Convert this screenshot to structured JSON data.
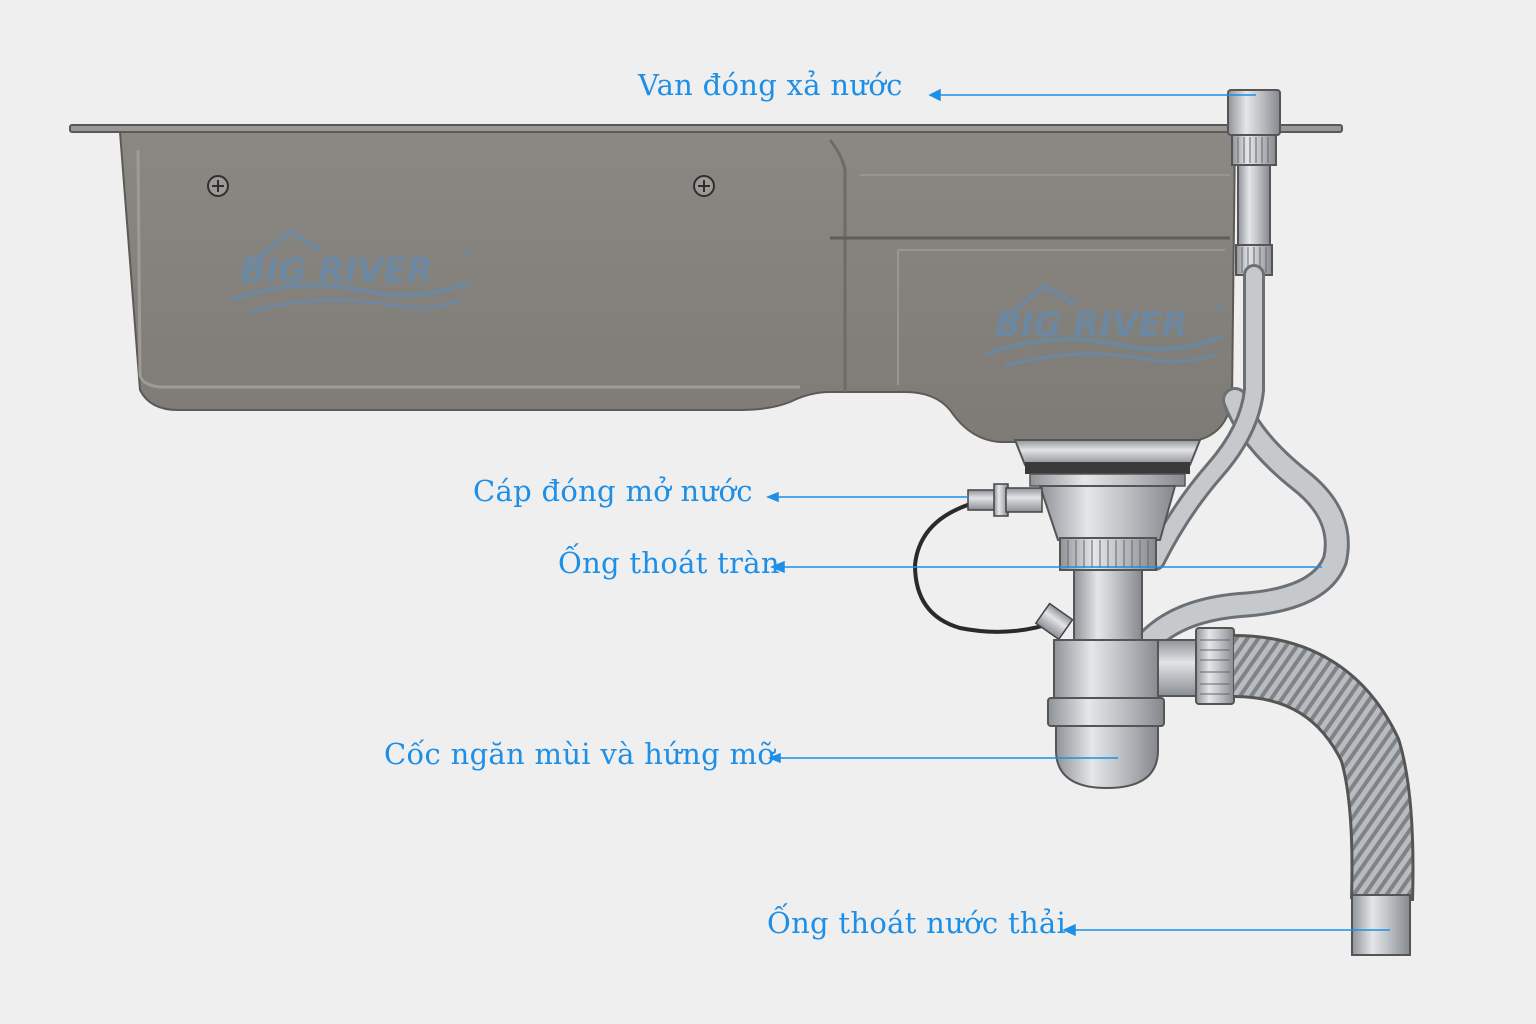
{
  "brand": {
    "logo_text": "BIG RIVER",
    "logo_mark": "®"
  },
  "labels": {
    "van": "Van đóng xả nước",
    "cap": "Cáp đóng mở nước",
    "tran": "Ống thoát tràn",
    "coc": "Cốc ngăn mùi và hứng mỡ",
    "thai": "Ống thoát nước thải"
  },
  "colors": {
    "background": "#efefef",
    "label": "#1e8fe6",
    "sink_body": "#85827d",
    "steel": "#b8bcc0",
    "logo_blue": "#5b8fbf"
  }
}
